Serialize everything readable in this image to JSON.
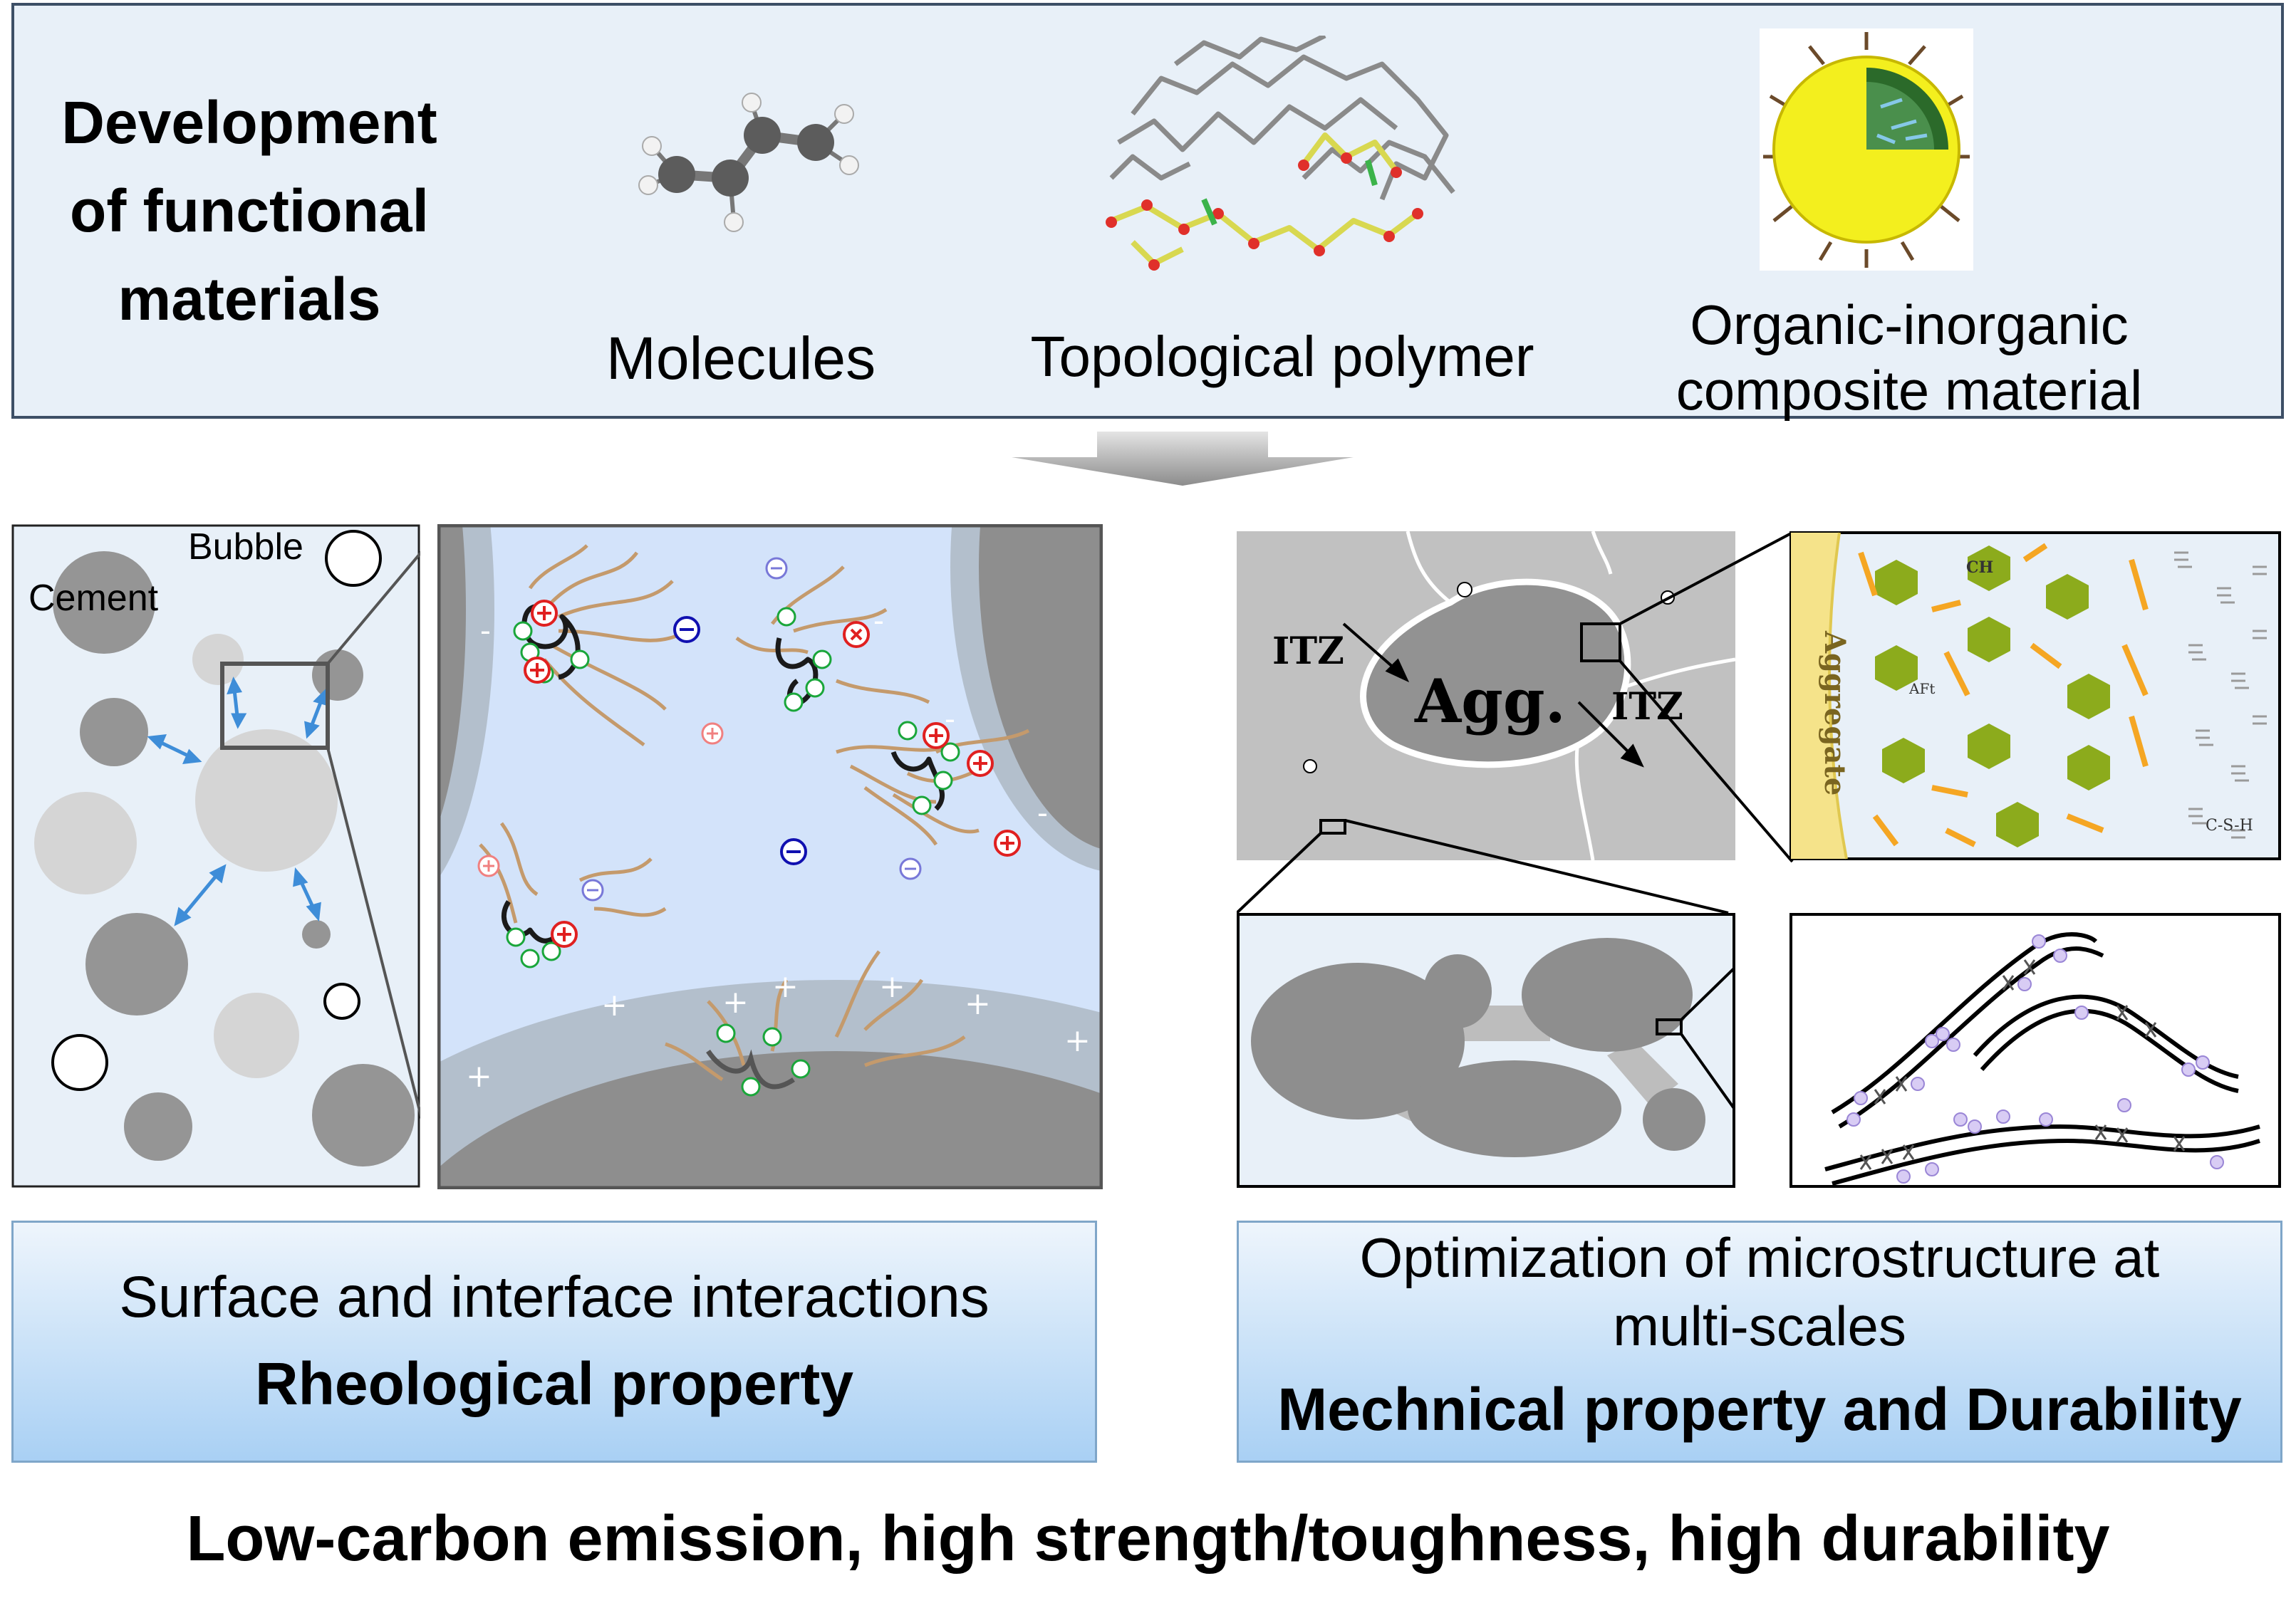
{
  "top": {
    "heading_lines": [
      "Development",
      "of functional",
      "materials"
    ],
    "molecules_label": "Molecules",
    "polymer_label": "Topological polymer",
    "composite_label_lines": [
      "Organic-inorganic",
      "composite material"
    ]
  },
  "left_panel": {
    "bubble_label": "Bubble",
    "cement_label": "Cement",
    "charge_plus": "+",
    "charge_minus": "-",
    "caption_line1": "Surface and interface interactions",
    "caption_line2": "Rheological property"
  },
  "right_panel": {
    "itz_left": "ITZ",
    "itz_right": "ITZ",
    "agg_label": "Agg.",
    "aggregate_label": "Aggregate",
    "ch_label": "CH",
    "aft_label": "AFt",
    "csh_label": "C-S-H",
    "caption_line1": "Optimization of microstructure at",
    "caption_line2": "multi-scales",
    "caption_line3": "Mechnical property and Durability"
  },
  "footer": "Low-carbon emission, high strength/toughness, high durability"
}
